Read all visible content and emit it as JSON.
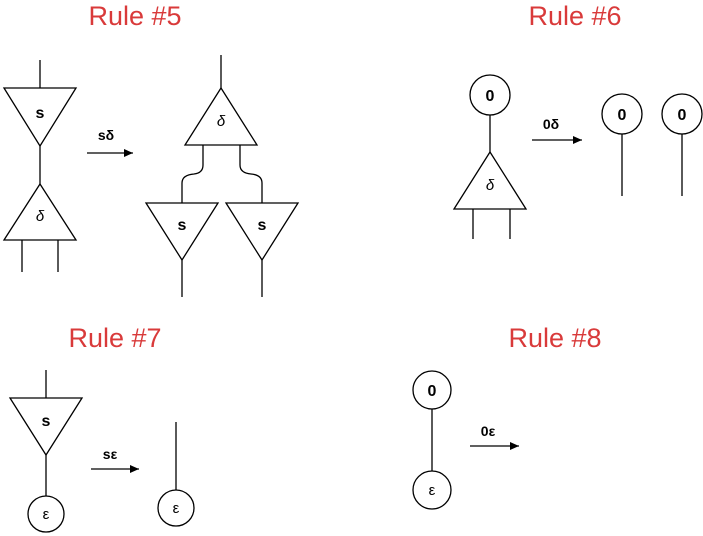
{
  "rules": [
    {
      "title": "Rule #5",
      "arrow_label": "sδ"
    },
    {
      "title": "Rule #6",
      "arrow_label": "0δ"
    },
    {
      "title": "Rule #7",
      "arrow_label": "sε"
    },
    {
      "title": "Rule #8",
      "arrow_label": "0ε"
    }
  ],
  "labels": {
    "s": "s",
    "delta": "δ",
    "zero": "0",
    "epsilon": "ε"
  },
  "colors": {
    "title": "#d93a3a",
    "stroke": "#000000",
    "fill": "#ffffff"
  }
}
